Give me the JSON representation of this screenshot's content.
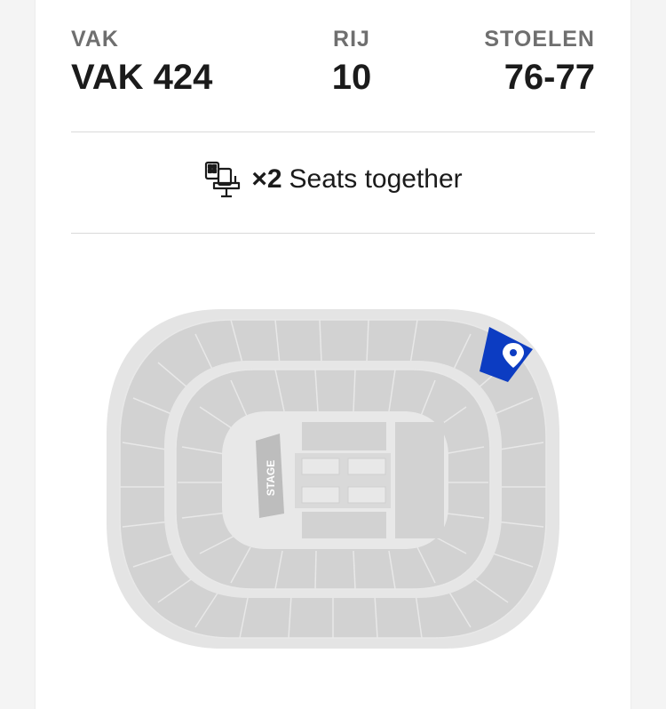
{
  "ticket": {
    "section_label": "VAK",
    "section_value": "VAK 424",
    "row_label": "RIJ",
    "row_value": "10",
    "seats_label": "STOELEN",
    "seats_value": "76-77"
  },
  "seats_together": {
    "count": "×2",
    "text": "Seats together",
    "icon": "seats-icon"
  },
  "seat_map": {
    "stage_label": "STAGE",
    "highlight_color": "#0c3cc2",
    "marker_icon": "location-pin-icon"
  }
}
